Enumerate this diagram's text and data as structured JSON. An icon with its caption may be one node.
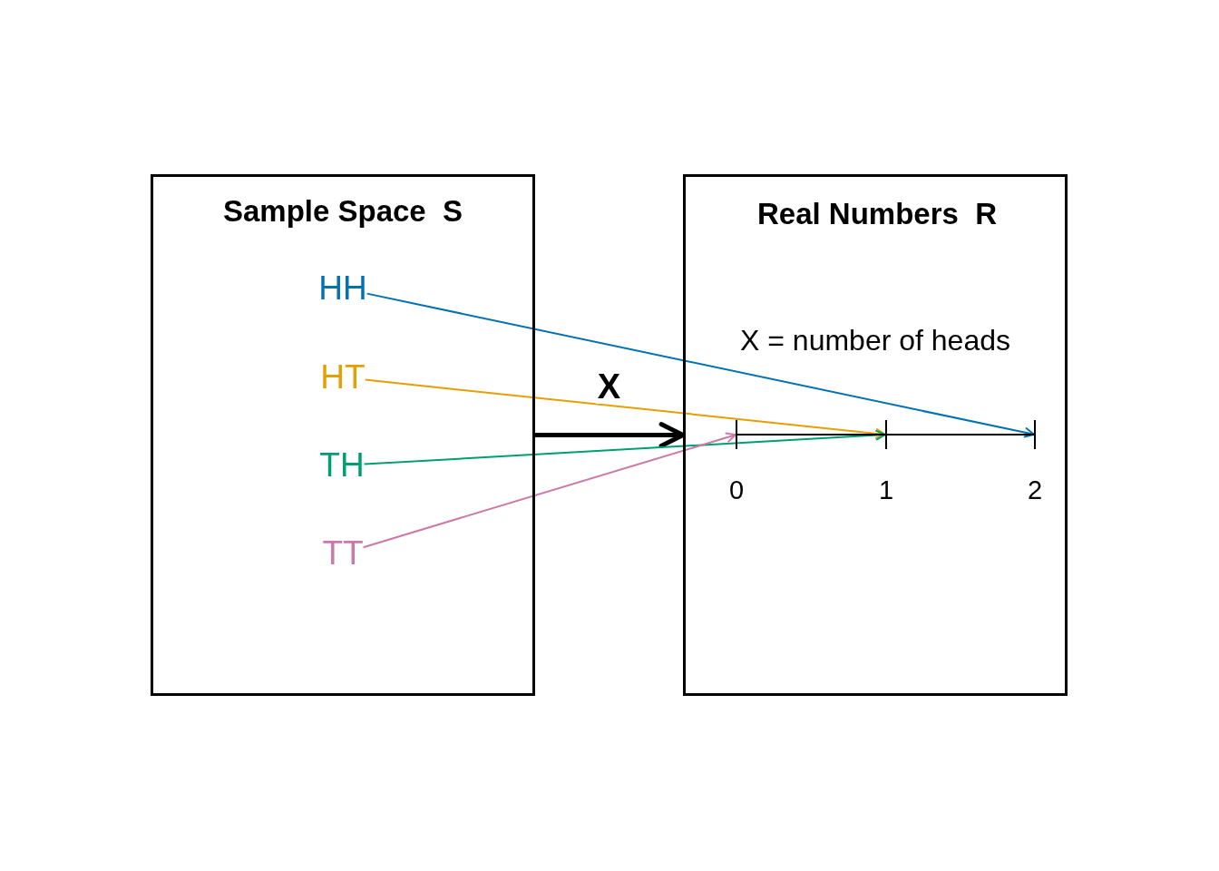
{
  "diagram": {
    "nodes": [
      {
        "text": [
          "Sample Space  S"
        ]
      },
      {
        "text": [
          "HH"
        ],
        "in": 0
      },
      {
        "text": [
          "HT"
        ],
        "in": 0
      },
      {
        "text": [
          "TH"
        ],
        "in": 0
      },
      {
        "text": [
          "TT"
        ],
        "in": 0
      },
      {
        "text": [
          "Real Numbers  R",
          "X = number of heads"
        ]
      },
      {
        "text": [],
        "shape": "tick",
        "in": 5,
        "beside": [
          "0"
        ]
      },
      {
        "text": [],
        "shape": "tick",
        "in": 5,
        "beside": [
          "1"
        ]
      },
      {
        "text": [],
        "shape": "tick",
        "in": 5,
        "beside": [
          "2"
        ]
      }
    ],
    "edges": [
      {
        "from": 0,
        "to": 5,
        "arrow": "to",
        "label": "X",
        "style": "thick"
      },
      {
        "from": 1,
        "to": 8,
        "arrow": "to",
        "color": "#0072b2"
      },
      {
        "from": 2,
        "to": 7,
        "arrow": "to",
        "color": "#e69f00"
      },
      {
        "from": 3,
        "to": 7,
        "arrow": "to",
        "color": "#009e73"
      },
      {
        "from": 4,
        "to": 6,
        "arrow": "to",
        "color": "#cc79a7"
      }
    ]
  }
}
